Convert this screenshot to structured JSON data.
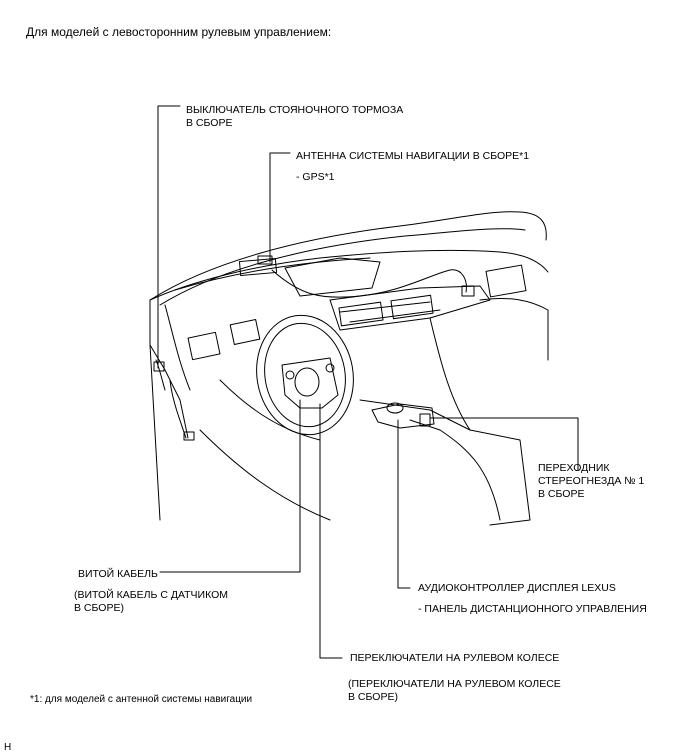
{
  "heading": "Для моделей с левосторонним рулевым управлением:",
  "labels": {
    "parking_brake": {
      "line1": "ВЫКЛЮЧАТЕЛЬ СТОЯНОЧНОГО ТОРМОЗА",
      "line2": "В СБОРЕ"
    },
    "nav_antenna": {
      "line1": "АНТЕННА СИСТЕМЫ НАВИГАЦИИ В СБОРЕ*1",
      "sub": "- GPS*1"
    },
    "stereo_jack": {
      "line1": "ПЕРЕХОДНИК",
      "line2": "СТЕРЕОГНЕЗДА № 1",
      "line3": "В СБОРЕ"
    },
    "spiral_cable": {
      "line1": "ВИТОЙ КАБЕЛЬ",
      "sub1": "(ВИТОЙ КАБЕЛЬ С ДАТЧИКОМ",
      "sub2": "В СБОРЕ)"
    },
    "audio_controller": {
      "line1": "АУДИОКОНТРОЛЛЕР ДИСПЛЕЯ LEXUS",
      "sub": "- ПАНЕЛЬ ДИСТАНЦИОННОГО УПРАВЛЕНИЯ"
    },
    "steering_switches": {
      "line1": "ПЕРЕКЛЮЧАТЕЛИ НА РУЛЕВОМ КОЛЕСЕ",
      "sub1": "(ПЕРЕКЛЮЧАТЕЛИ НА РУЛЕВОМ КОЛЕСЕ",
      "sub2": "В СБОРЕ)"
    }
  },
  "footnote": "*1: для моделей с антенной системы навигации",
  "figure_code": "H"
}
